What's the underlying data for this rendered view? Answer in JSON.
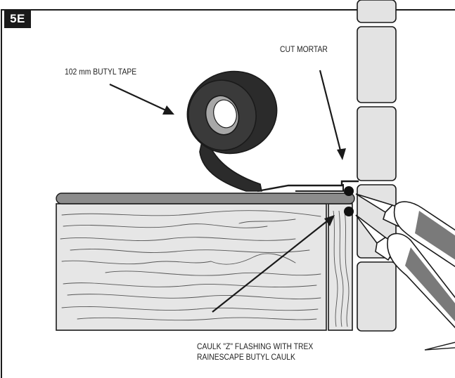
{
  "figure": {
    "step_badge": "5E",
    "labels": {
      "butyl_tape": "102 mm BUTYL TAPE",
      "cut_mortar": "CUT MORTAR",
      "caulk_line1": "CAULK \"Z\" FLASHING WITH TREX",
      "caulk_line2": "RAINESCAPE BUTYL CAULK"
    },
    "colors": {
      "line": "#1a1a1a",
      "wood_fill": "#e6e6e6",
      "flashing": "#8c8c8c",
      "tape": "#2b2b2b",
      "tape_core": "#a8a8a8",
      "brick_fill": "#e3e3e3",
      "caulk_tube": "#7a7a7a"
    }
  }
}
